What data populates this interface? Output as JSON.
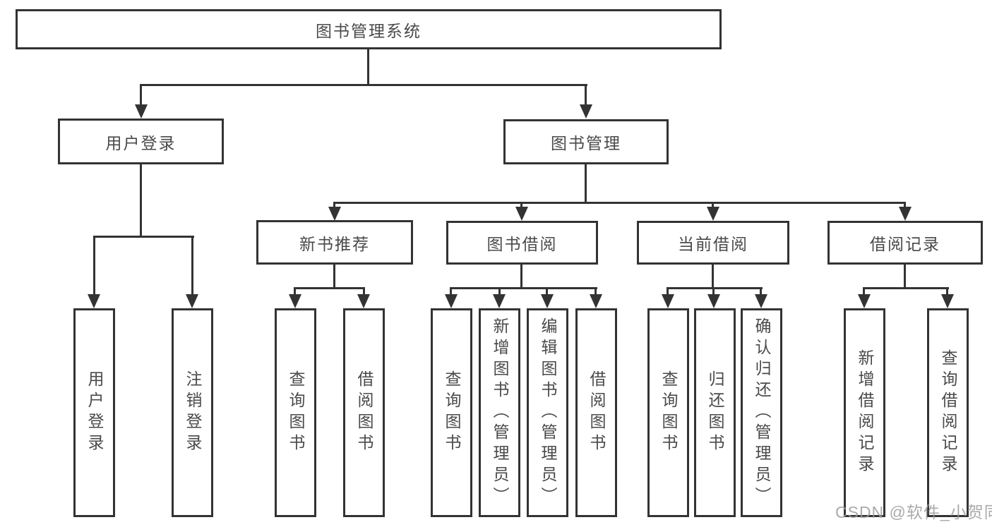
{
  "diagram": {
    "title": "图书管理系统",
    "branches": [
      {
        "label": "用户登录",
        "children": [
          {
            "label": "用户登录"
          },
          {
            "label": "注销登录"
          }
        ]
      },
      {
        "label": "图书管理",
        "children": [
          {
            "label": "新书推荐",
            "children": [
              {
                "label": "查询图书"
              },
              {
                "label": "借阅图书"
              }
            ]
          },
          {
            "label": "图书借阅",
            "children": [
              {
                "label": "查询图书"
              },
              {
                "label": "新增图书（管理员）"
              },
              {
                "label": "编辑图书（管理员）"
              },
              {
                "label": "借阅图书"
              }
            ]
          },
          {
            "label": "当前借阅",
            "children": [
              {
                "label": "查询图书"
              },
              {
                "label": "归还图书"
              },
              {
                "label": "确认归还（管理员）"
              }
            ]
          },
          {
            "label": "借阅记录",
            "children": [
              {
                "label": "新增借阅记录"
              },
              {
                "label": "查询借阅记录"
              }
            ]
          }
        ]
      }
    ]
  },
  "watermark": {
    "text": "CSDN @软件_小贺同学"
  },
  "colors": {
    "line": "#333333",
    "text": "#4a4a4a",
    "watermark": "#9c9c9c",
    "background": "#ffffff"
  }
}
